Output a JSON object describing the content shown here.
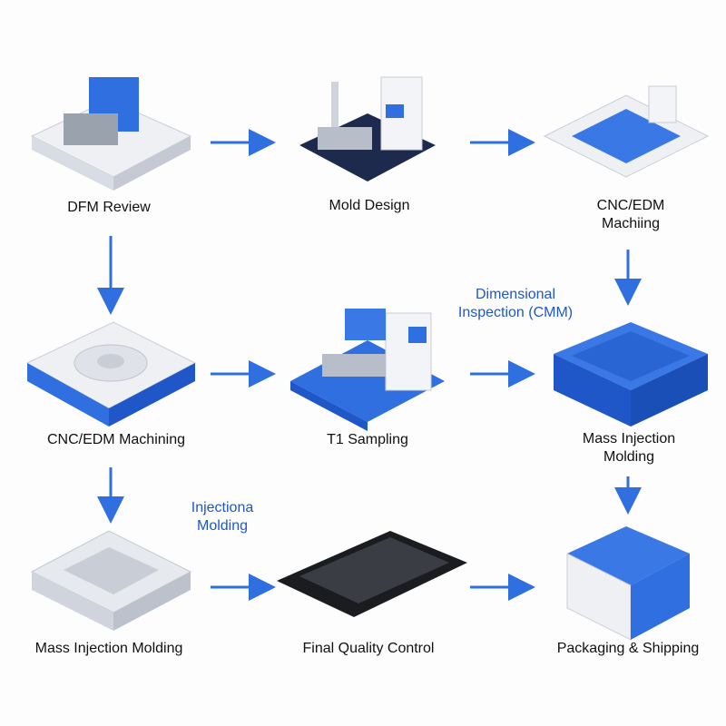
{
  "steps": [
    {
      "label": "DFM Review"
    },
    {
      "label": "Mold Design"
    },
    {
      "label_line1": "CNC/EDM",
      "label_line2": "Machiing"
    },
    {
      "label": "CNC/EDM Machining"
    },
    {
      "label": "T1 Sampling"
    },
    {
      "label_line1": "Mass Injection",
      "label_line2": "Molding"
    },
    {
      "label": "Mass Injection Molding"
    },
    {
      "label": "Final Quality Control"
    },
    {
      "label": "Packaging & Shipping"
    }
  ],
  "annotations": {
    "dimensional_line1": "Dimensional",
    "dimensional_line2": "Inspection (CMM)",
    "injection_line1": "Injectiona",
    "injection_line2": "Molding"
  },
  "colors": {
    "accent": "#2f6fe0",
    "text": "#111111",
    "annotation": "#1f57c8"
  }
}
